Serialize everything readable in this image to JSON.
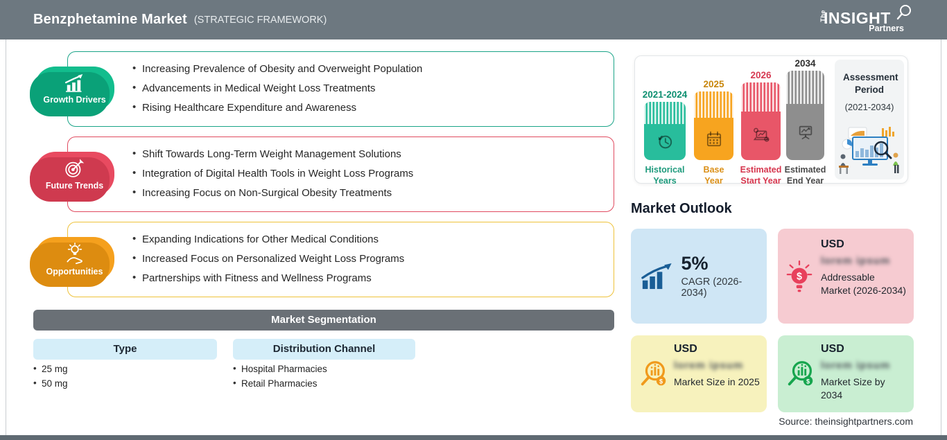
{
  "header": {
    "title": "Benzphetamine Market",
    "subtitle": "(STRATEGIC FRAMEWORK)",
    "logo": {
      "the": "The",
      "insight": "INSIGHT",
      "partners": "Partners"
    }
  },
  "sections": [
    {
      "label": "Growth Drivers",
      "icon": "growth-chart-icon",
      "accent_color": "#12bd8d",
      "items": [
        "Increasing Prevalence of Obesity and Overweight Population",
        "Advancements in Medical Weight Loss Treatments",
        "Rising Healthcare Expenditure and Awareness"
      ]
    },
    {
      "label": "Future Trends",
      "icon": "target-icon",
      "accent_color": "#e84a60",
      "items": [
        "Shift Towards Long-Term Weight Management Solutions",
        "Integration of Digital Health Tools in Weight Loss Programs",
        "Increasing Focus on Non-Surgical Obesity Treatments"
      ]
    },
    {
      "label": "Opportunities",
      "icon": "idea-hand-icon",
      "accent_color": "#f5a01d",
      "items": [
        "Expanding Indications for Other Medical Conditions",
        "Increased Focus on Personalized Weight Loss Programs",
        "Partnerships with Fitness and Wellness Programs"
      ]
    }
  ],
  "segmentation": {
    "title": "Market Segmentation",
    "columns": [
      {
        "header": "Type",
        "items": [
          "25 mg",
          "50 mg"
        ]
      },
      {
        "header": "Distribution Channel",
        "items": [
          "Hospital Pharmacies",
          "Retail Pharmacies"
        ]
      }
    ]
  },
  "timeline": {
    "bars": [
      {
        "year": "2021-2024",
        "label": [
          "Historical",
          "Years"
        ],
        "color": "#28bd9c",
        "icon": "history-clock-icon"
      },
      {
        "year": "2025",
        "label": [
          "Base",
          "Year"
        ],
        "color": "#f7a41f",
        "icon": "calendar-icon"
      },
      {
        "year": "2026",
        "label": [
          "Estimated",
          "Start Year"
        ],
        "color": "#e85668",
        "icon": "forecast-chart-icon"
      },
      {
        "year": "2034",
        "label": [
          "Estimated",
          "End Year"
        ],
        "color": "#8e8e8e",
        "icon": "projection-board-icon"
      }
    ],
    "assessment": {
      "title": "Assessment Period",
      "range": "(2021-2034)"
    }
  },
  "outlook": {
    "title": "Market Outlook",
    "cards": [
      {
        "value": "5%",
        "caption": "CAGR (2026-2034)",
        "bg_color": "#cfe6f5",
        "icon": "bar-growth-icon"
      },
      {
        "currency": "USD",
        "masked_value": "lorem ipsum",
        "caption": "Addressable Market (2026-2034)",
        "bg_color": "#f6cbd1",
        "icon": "bulb-dollar-icon"
      },
      {
        "currency": "USD",
        "masked_value": "lorem ipsum",
        "caption": "Market Size in 2025",
        "bg_color": "#f7f2bd",
        "icon": "magnifier-chart-icon"
      },
      {
        "currency": "USD",
        "masked_value": "lorem ipsum",
        "caption": "Market Size by 2034",
        "bg_color": "#c9eed2",
        "icon": "magnifier-chart-icon"
      }
    ]
  },
  "source": "Source: theinsightpartners.com"
}
